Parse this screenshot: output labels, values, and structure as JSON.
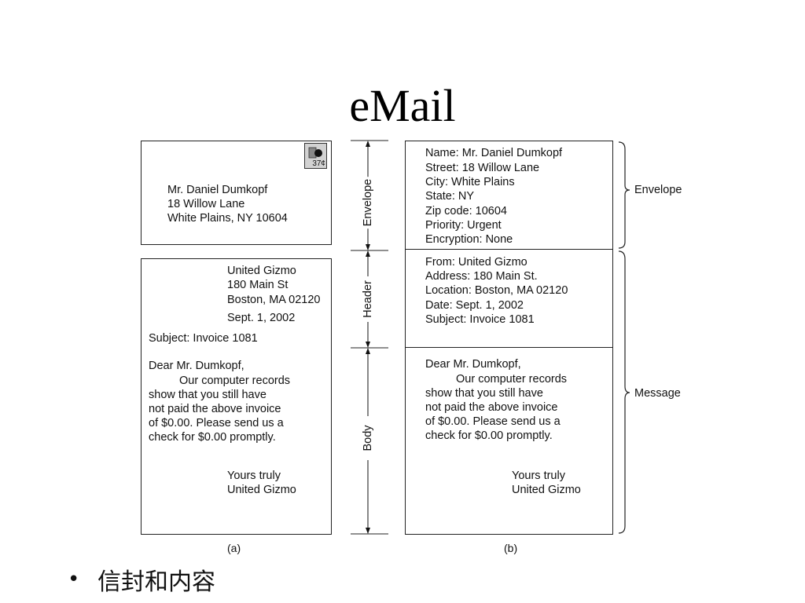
{
  "title": "eMail",
  "panel_a": {
    "envelope_lines": [
      "Mr. Daniel Dumkopf",
      "18 Willow Lane",
      "White Plains, NY 10604"
    ],
    "stamp_value": "37¢",
    "sender_lines": [
      "United Gizmo",
      "180 Main St",
      "Boston, MA 02120"
    ],
    "date": "Sept. 1, 2002",
    "subject": "Subject: Invoice 1081",
    "greeting": "Dear Mr. Dumkopf,",
    "body_lines": [
      "Our computer records",
      "show that you still have",
      "not paid the above invoice",
      "of $0.00. Please send us a",
      "check for $0.00 promptly."
    ],
    "closing_lines": [
      "Yours truly",
      "United Gizmo"
    ],
    "caption": "(a)"
  },
  "side_labels": {
    "envelope": "Envelope",
    "header": "Header",
    "body": "Body"
  },
  "panel_b": {
    "envelope_lines": [
      "Name: Mr. Daniel Dumkopf",
      "Street: 18 Willow Lane",
      "City: White Plains",
      "State: NY",
      "Zip code: 10604",
      "Priority: Urgent",
      "Encryption: None"
    ],
    "header_lines": [
      "From: United Gizmo",
      "Address: 180 Main St.",
      "Location: Boston, MA 02120",
      "Date: Sept. 1, 2002",
      "Subject: Invoice 1081"
    ],
    "greeting": "Dear Mr. Dumkopf,",
    "body_lines": [
      "Our computer records",
      "show that you still have",
      "not paid the above invoice",
      "of $0.00. Please send us a",
      "check for $0.00 promptly."
    ],
    "closing_lines": [
      "Yours truly",
      "United Gizmo"
    ],
    "caption": "(b)"
  },
  "brace_labels": {
    "envelope": "Envelope",
    "message": "Message"
  },
  "bullet": {
    "symbol": "•",
    "text": "信封和内容"
  }
}
